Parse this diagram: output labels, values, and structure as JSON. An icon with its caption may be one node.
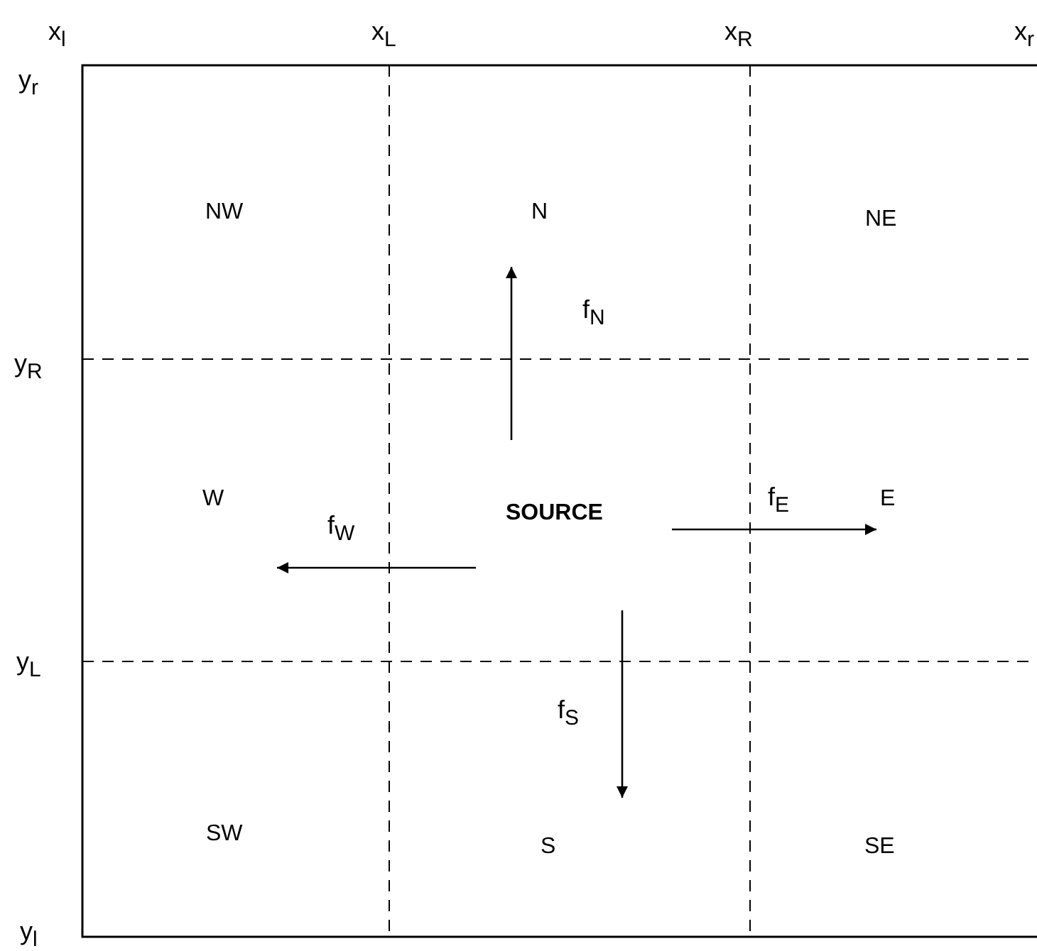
{
  "diagram": {
    "nodes": [
      {
        "text": [
          "NW"
        ]
      },
      {
        "text": [
          "N"
        ]
      },
      {
        "text": [
          "NE"
        ]
      },
      {
        "text": [
          "W"
        ]
      },
      {
        "text": [
          "SOURCE"
        ]
      },
      {
        "text": [
          "E"
        ]
      },
      {
        "text": [
          "SW"
        ]
      },
      {
        "text": [
          "S"
        ]
      },
      {
        "text": [
          "SE"
        ]
      }
    ],
    "edges": [
      {
        "from": 4,
        "to": 1,
        "arrow": "to",
        "label": "f$_{N}$"
      },
      {
        "from": 4,
        "to": 3,
        "arrow": "to",
        "label": "f$_{W}$"
      },
      {
        "from": 4,
        "to": 5,
        "arrow": "to",
        "label": "f$_{E}$"
      },
      {
        "from": 4,
        "to": 7,
        "arrow": "to",
        "label": "f$_{S}$"
      }
    ],
    "labels": [
      "x$_{l}$",
      "x$_{L}$",
      "x$_{R}$",
      "x$_{r}$",
      "y$_{r}$",
      "y$_{R}$",
      "y$_{L}$",
      "y$_{l}$"
    ]
  }
}
